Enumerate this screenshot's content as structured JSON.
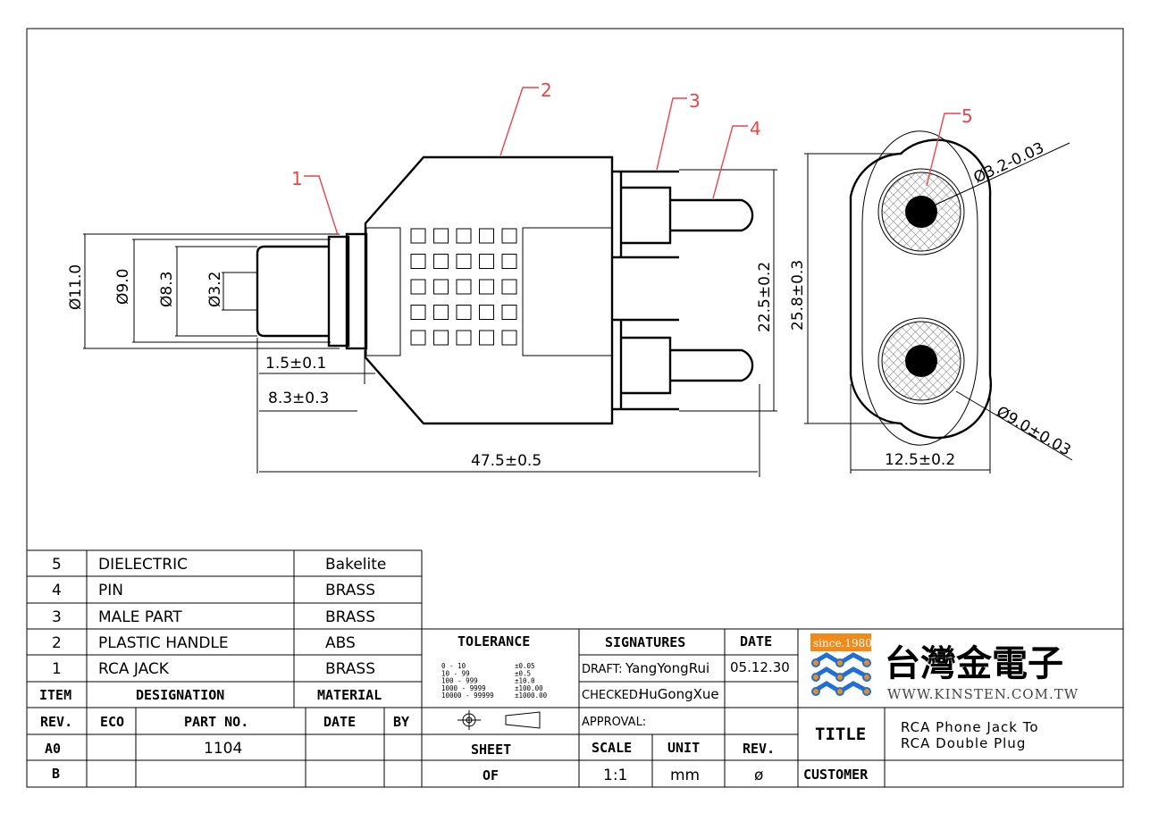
{
  "callouts": [
    "1",
    "2",
    "3",
    "4",
    "5"
  ],
  "dimensions": {
    "d11": "Ø11.0",
    "d9": "Ø9.0",
    "d83": "Ø8.3",
    "d32": "Ø3.2",
    "l15": "1.5±0.1",
    "l83": "8.3±0.3",
    "l475": "47.5±0.5",
    "h225": "22.5±0.2",
    "h258": "25.8±0.3",
    "w125": "12.5±0.2",
    "dia32": "Ø3.2-0.03",
    "dia90": "Ø9.0±0.03"
  },
  "bom": [
    {
      "item": "5",
      "designation": "DIELECTRIC",
      "material": "Bakelite"
    },
    {
      "item": "4",
      "designation": "PIN",
      "material": "BRASS"
    },
    {
      "item": "3",
      "designation": "MALE PART",
      "material": "BRASS"
    },
    {
      "item": "2",
      "designation": "PLASTIC HANDLE",
      "material": "ABS"
    },
    {
      "item": "1",
      "designation": "RCA JACK",
      "material": "BRASS"
    }
  ],
  "bom_header": {
    "item": "ITEM",
    "designation": "DESIGNATION",
    "material": "MATERIAL"
  },
  "rev_header": {
    "rev": "REV.",
    "eco": "ECO",
    "part_no": "PART NO.",
    "date": "DATE",
    "by": "BY"
  },
  "rev_rows": [
    {
      "rev": "A0",
      "part_no": "1104"
    },
    {
      "rev": "B",
      "part_no": ""
    }
  ],
  "tolerance": {
    "title": "TOLERANCE",
    "rows": [
      {
        "range": "0 - 10",
        "tol": "±0.05"
      },
      {
        "range": "10 - 99",
        "tol": "±0.5"
      },
      {
        "range": "100 - 999",
        "tol": "±10.0"
      },
      {
        "range": "1000 - 9999",
        "tol": "±100.00"
      },
      {
        "range": "10000 - 99999",
        "tol": "±1000.00"
      }
    ]
  },
  "signatures": {
    "title": "SIGNATURES",
    "date_title": "DATE",
    "draft_label": "DRAFT:",
    "draft_name": "YangYongRui",
    "draft_date": "05.12.30",
    "checked_label": "CHECKED:",
    "checked_name": "HuGongXue",
    "approval_label": "APPROVAL:"
  },
  "sheet": {
    "sheet": "SHEET",
    "of": "OF",
    "scale_label": "SCALE",
    "unit_label": "UNIT",
    "rev_label": "REV.",
    "scale": "1:1",
    "unit": "mm",
    "rev": "ø"
  },
  "company": {
    "since": "since.1980",
    "name": "台灣金電子",
    "web": "WWW.KINSTEN.COM.TW"
  },
  "title_block": {
    "title_label": "TITLE",
    "title_line1": "RCA Phone Jack To",
    "title_line2": "RCA Double Plug",
    "customer_label": "CUSTOMER"
  },
  "colors": {
    "callout": "#e8454a",
    "logo_blue": "#1e6fd6",
    "logo_orange": "#f08a1a",
    "hatch_grey": "#888888"
  }
}
